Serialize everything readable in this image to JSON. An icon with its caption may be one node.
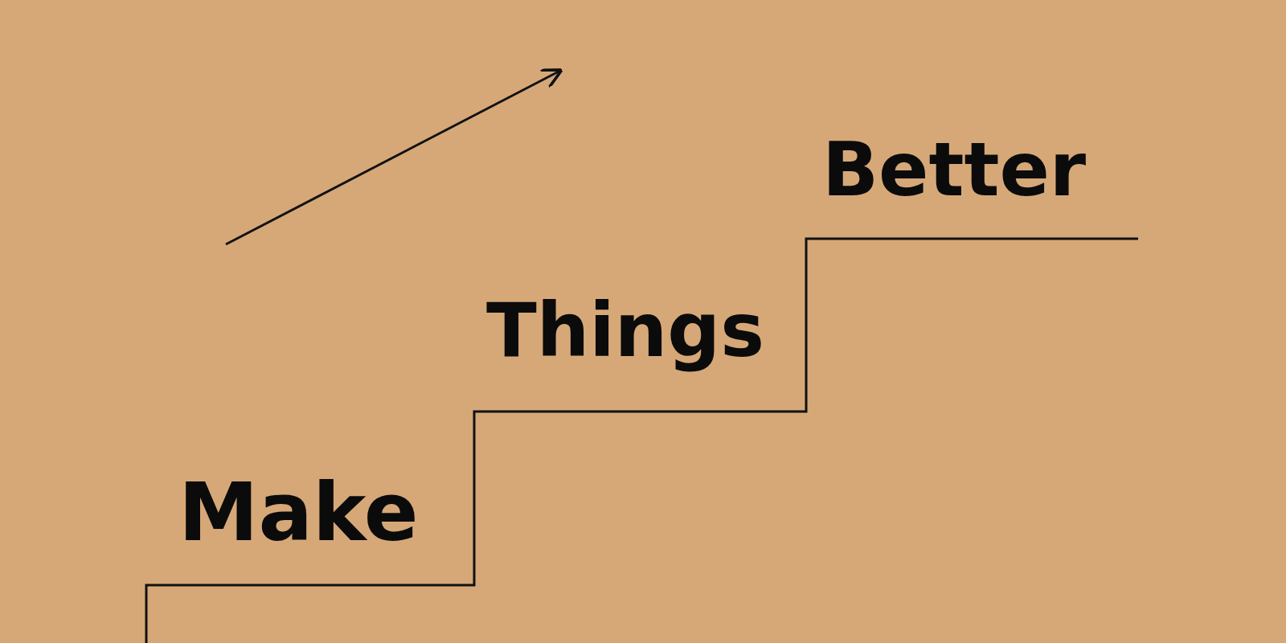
{
  "diagram": {
    "labels": [
      "Make",
      "Things",
      "Better"
    ]
  }
}
